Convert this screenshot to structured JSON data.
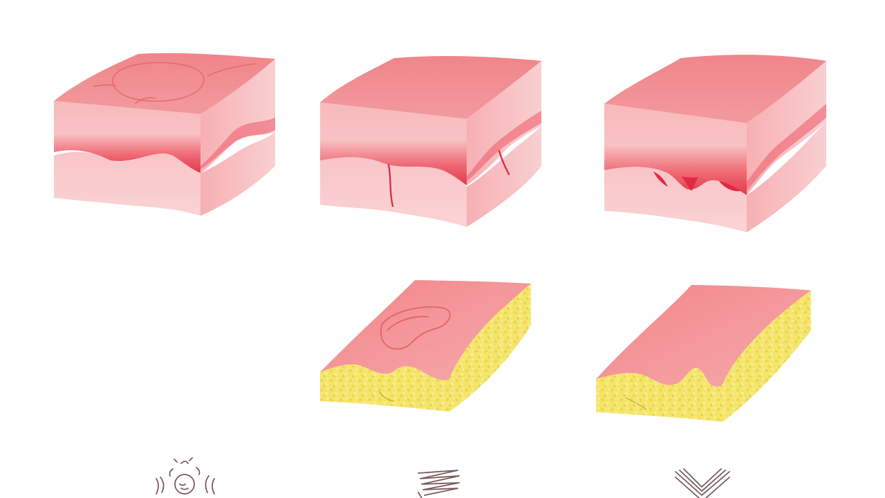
{
  "figure": {
    "top_row": [
      {
        "id": "tissue-block-1",
        "feature": "round-lesion-outline"
      },
      {
        "id": "tissue-block-2",
        "feature": "vertical-cracks"
      },
      {
        "id": "tissue-block-3",
        "feature": "deep-red-pits"
      }
    ],
    "bottom_row": [
      {
        "id": "mucosa-slab-1",
        "feature": "oval-lesion-outline"
      },
      {
        "id": "mucosa-slab-2",
        "feature": "plain-surface"
      }
    ],
    "footer_icons": [
      "doodle-figure-icon",
      "zigzag-lines-icon",
      "chevron-strokes-icon"
    ]
  },
  "colors": {
    "surface_top": "#f08a8e",
    "surface_light": "#f7b8bb",
    "band_red": "#e23a4a",
    "base_pink": "#f9c9cc",
    "fat_yellow": "#f3e46a",
    "fat_dark": "#e7c83c",
    "sketch_ink": "#7a5a5a"
  }
}
